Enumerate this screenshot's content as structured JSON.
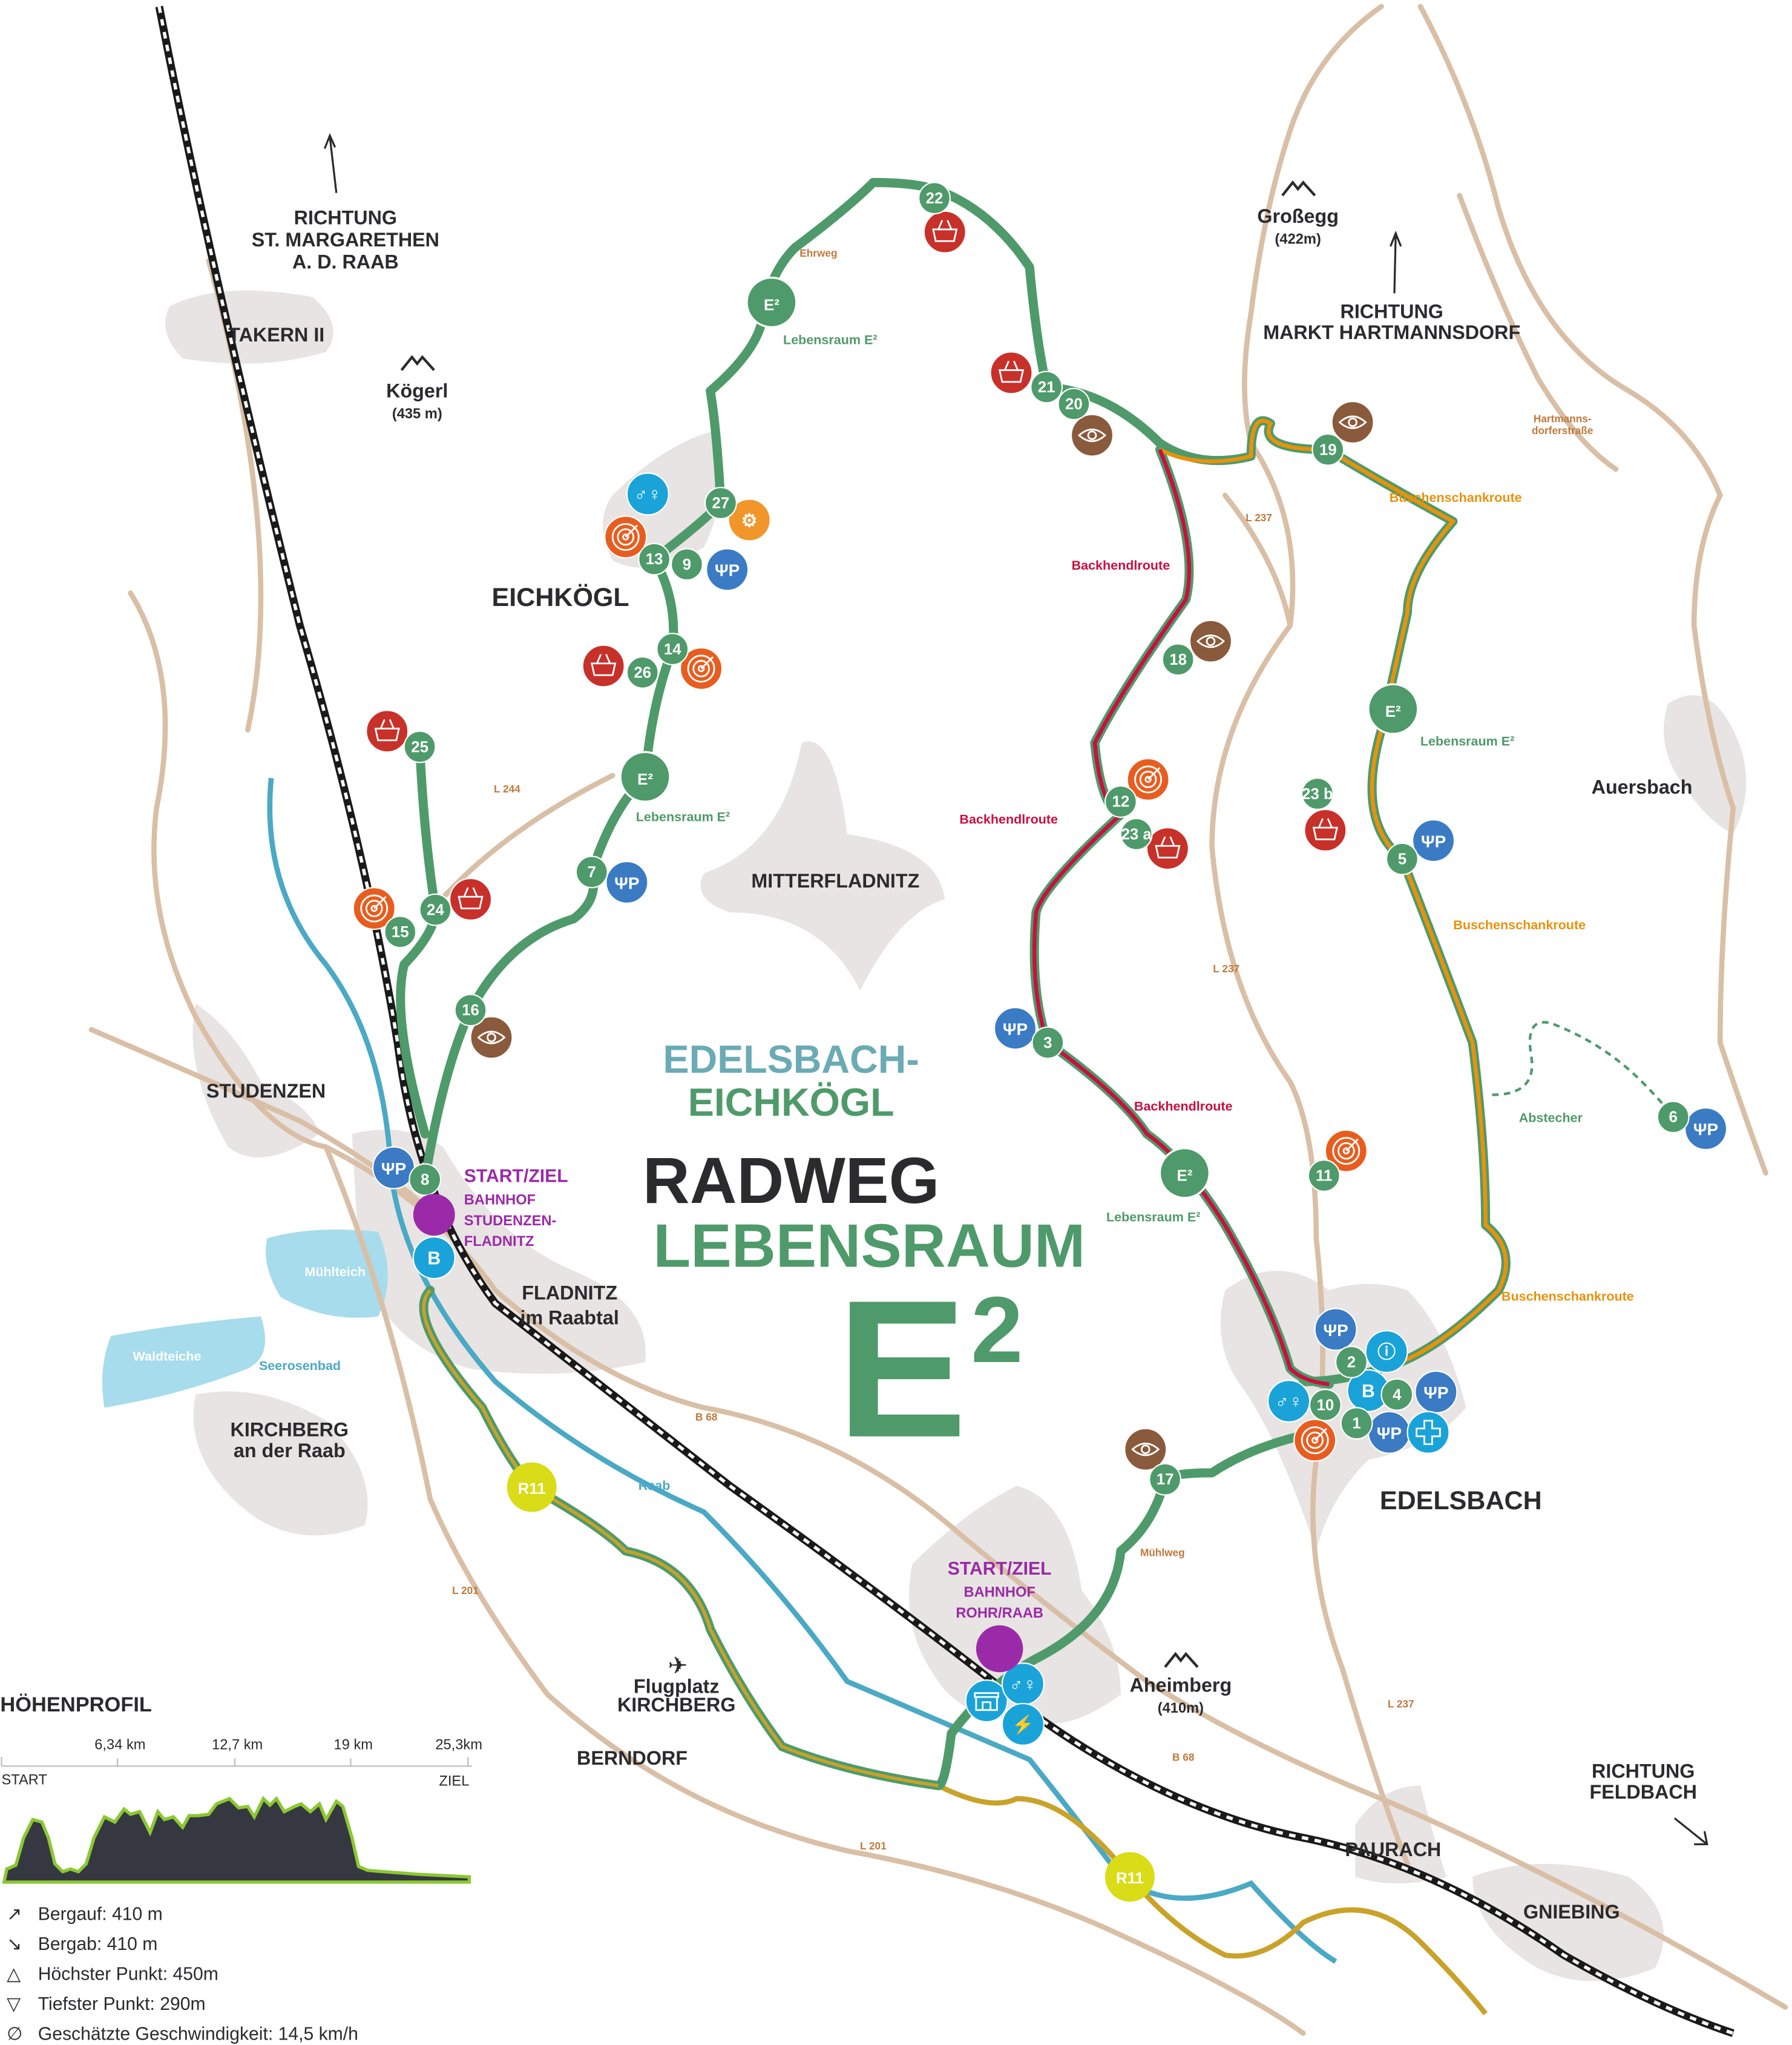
{
  "title": {
    "line1": "EDELSBACH-",
    "line2": "EICHKÖGL",
    "line3": "RADWEG",
    "line4": "LEBENSRAUM",
    "logo_e": "E",
    "logo_sup": "2"
  },
  "colors": {
    "route_main": "#4f9a6a",
    "backhendl": "#c8103f",
    "buschenschank": "#e8920c",
    "r11": "#c9a22a",
    "river": "#4aa9c4",
    "road": "#d9bfa6",
    "town": "#e8e4e3",
    "purple": "#9b2aa8"
  },
  "labels": {
    "richtung_st_margarethen": [
      "RICHTUNG",
      "ST. MARGARETHEN",
      "A. D. RAAB"
    ],
    "takern": "TAKERN II",
    "koegerl": [
      "Kögerl",
      "(435 m)"
    ],
    "eichkoegl": "EICHKÖGL",
    "ehrweg": "Ehrweg",
    "lebensraum": "Lebensraum E²",
    "grossegg": [
      "Großegg",
      "(422m)"
    ],
    "richtung_hartmannsdorf": [
      "RICHTUNG",
      "MARKT HARTMANNSDORF"
    ],
    "hartmannsdorferstrasse": [
      "Hartmanns-",
      "dorferstraße"
    ],
    "l237": "L 237",
    "buschenschankroute": "Buschenschankroute",
    "backhendlroute": "Backhendlroute",
    "auersbach": "Auersbach",
    "mitterfladnitz": "MITTERFLADNITZ",
    "l244": "L 244",
    "studenzen": "STUDENZEN",
    "start_studenzen": [
      "START/ZIEL",
      "BAHNHOF",
      "STUDENZEN-",
      "FLADNITZ"
    ],
    "fladnitz": [
      "FLADNITZ",
      "im Raabtal"
    ],
    "muehlteich": "Mühlteich",
    "waldteiche": "Waldteiche",
    "seerosenbad": "Seerosenbad",
    "kirchberg": [
      "KIRCHBERG",
      "an der Raab"
    ],
    "b68": "B 68",
    "raab": "Raab",
    "abstecher": "Abstecher",
    "edelsbach": "EDELSBACH",
    "muehlweg": "Mühlweg",
    "start_rohr": [
      "START/ZIEL",
      "BAHNHOF",
      "ROHR/RAAB"
    ],
    "l201": "L 201",
    "flugplatz": [
      "Flugplatz",
      "KIRCHBERG"
    ],
    "aheimberg": [
      "Aheimberg",
      "(410m)"
    ],
    "berndorf": "BERNDORF",
    "richtung_feldbach": [
      "RICHTUNG",
      "FELDBACH"
    ],
    "paurach": "PAURACH",
    "gniebing": "GNIEBING",
    "r11": "R11"
  },
  "markers": [
    {
      "label": "22"
    },
    {
      "label": "21"
    },
    {
      "label": "20"
    },
    {
      "label": "19"
    },
    {
      "label": "27"
    },
    {
      "label": "13"
    },
    {
      "label": "9"
    },
    {
      "label": "14"
    },
    {
      "label": "26"
    },
    {
      "label": "18"
    },
    {
      "label": "12"
    },
    {
      "label": "23 a"
    },
    {
      "label": "23 b"
    },
    {
      "label": "5"
    },
    {
      "label": "25"
    },
    {
      "label": "7"
    },
    {
      "label": "24"
    },
    {
      "label": "15"
    },
    {
      "label": "16"
    },
    {
      "label": "3"
    },
    {
      "label": "6"
    },
    {
      "label": "11"
    },
    {
      "label": "8"
    },
    {
      "label": "2"
    },
    {
      "label": "4"
    },
    {
      "label": "10"
    },
    {
      "label": "1"
    },
    {
      "label": "17"
    }
  ],
  "e2_badges": [
    {
      "label": "E²"
    },
    {
      "label": "E²"
    },
    {
      "label": "E²"
    },
    {
      "label": "E²"
    }
  ],
  "icons": [
    {
      "icon": "basket"
    },
    {
      "icon": "basket"
    },
    {
      "icon": "eye"
    },
    {
      "icon": "eye"
    },
    {
      "icon": "bike-repair"
    },
    {
      "icon": "toilets"
    },
    {
      "icon": "target"
    },
    {
      "icon": "restaurant"
    },
    {
      "icon": "target"
    },
    {
      "icon": "basket"
    },
    {
      "icon": "eye"
    },
    {
      "icon": "target"
    },
    {
      "icon": "basket"
    },
    {
      "icon": "basket"
    },
    {
      "icon": "restaurant"
    },
    {
      "icon": "basket"
    },
    {
      "icon": "restaurant"
    },
    {
      "icon": "basket"
    },
    {
      "icon": "target"
    },
    {
      "icon": "eye"
    },
    {
      "icon": "restaurant"
    },
    {
      "icon": "restaurant"
    },
    {
      "icon": "target"
    },
    {
      "icon": "restaurant"
    },
    {
      "icon": "bike"
    },
    {
      "icon": "restaurant"
    },
    {
      "icon": "info"
    },
    {
      "icon": "bike"
    },
    {
      "icon": "restaurant"
    },
    {
      "icon": "toilets"
    },
    {
      "icon": "restaurant"
    },
    {
      "icon": "first-aid"
    },
    {
      "icon": "target"
    },
    {
      "icon": "eye"
    },
    {
      "icon": "shop"
    },
    {
      "icon": "toilets"
    },
    {
      "icon": "charging"
    }
  ],
  "profile": {
    "title": "HÖHENPROFIL",
    "ticks": [
      "6,34 km",
      "12,7 km",
      "19 km",
      "25,3km"
    ],
    "start": "START",
    "end": "ZIEL",
    "stats": [
      {
        "icon": "arrow-up-right",
        "text": "Bergauf: 410 m"
      },
      {
        "icon": "arrow-down-right",
        "text": "Bergab: 410 m"
      },
      {
        "icon": "triangle-up",
        "text": "Höchster Punkt: 450m"
      },
      {
        "icon": "triangle-down",
        "text": "Tiefster Punkt: 290m"
      },
      {
        "icon": "diameter",
        "text": "Geschätzte Geschwindigkeit: 14,5 km/h"
      }
    ]
  }
}
